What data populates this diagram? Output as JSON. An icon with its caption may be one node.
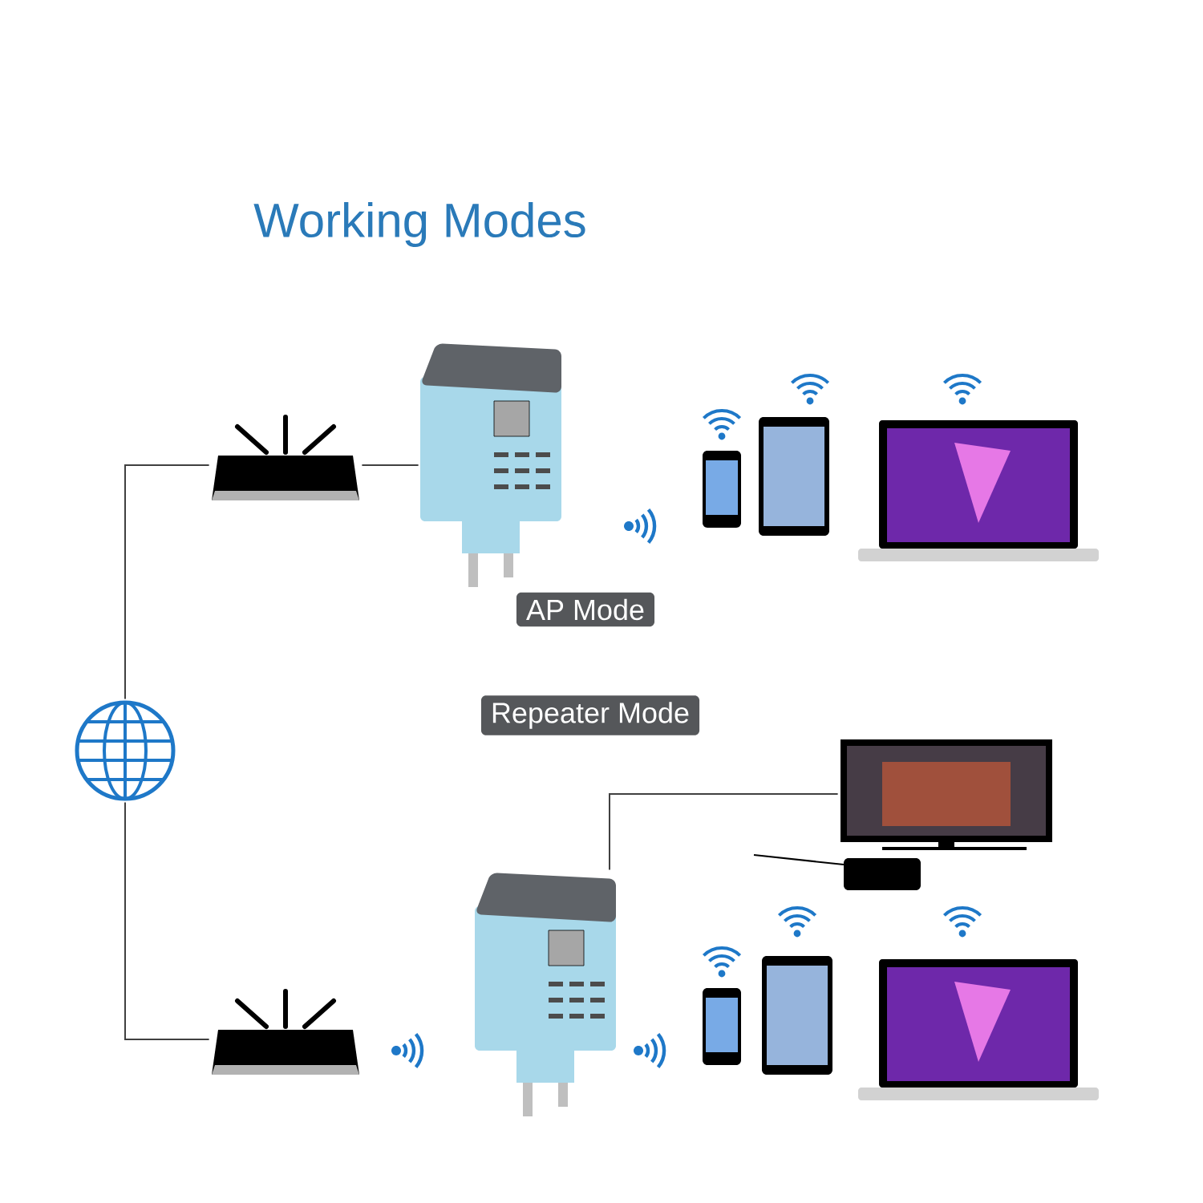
{
  "diagram": {
    "title": "Working Modes",
    "nodes": [
      {
        "text": [],
        "shape": "picture"
      },
      {
        "text": [],
        "shape": "picture"
      },
      {
        "text": [],
        "shape": "picture"
      },
      {
        "text": [],
        "shape": "picture"
      },
      {
        "text": [],
        "shape": "picture"
      },
      {
        "text": [
          "AP Mode"
        ]
      },
      {
        "text": [
          "Repeater Mode"
        ]
      },
      {
        "text": [],
        "shape": "picture"
      },
      {
        "text": [],
        "shape": "picture"
      },
      {
        "text": [],
        "shape": "picture"
      },
      {
        "text": [],
        "shape": "picture"
      },
      {
        "text": [],
        "shape": "picture"
      },
      {
        "text": [],
        "shape": "picture"
      },
      {
        "text": [],
        "shape": "picture"
      },
      {
        "text": [],
        "shape": "picture"
      }
    ],
    "edges": [
      {
        "from": 7,
        "to": 0,
        "arrow": "none"
      },
      {
        "from": 0,
        "to": 1,
        "arrow": "none"
      },
      {
        "from": 7,
        "to": 10,
        "arrow": "none"
      },
      {
        "from": 11,
        "to": 8,
        "arrow": "none"
      }
    ]
  }
}
